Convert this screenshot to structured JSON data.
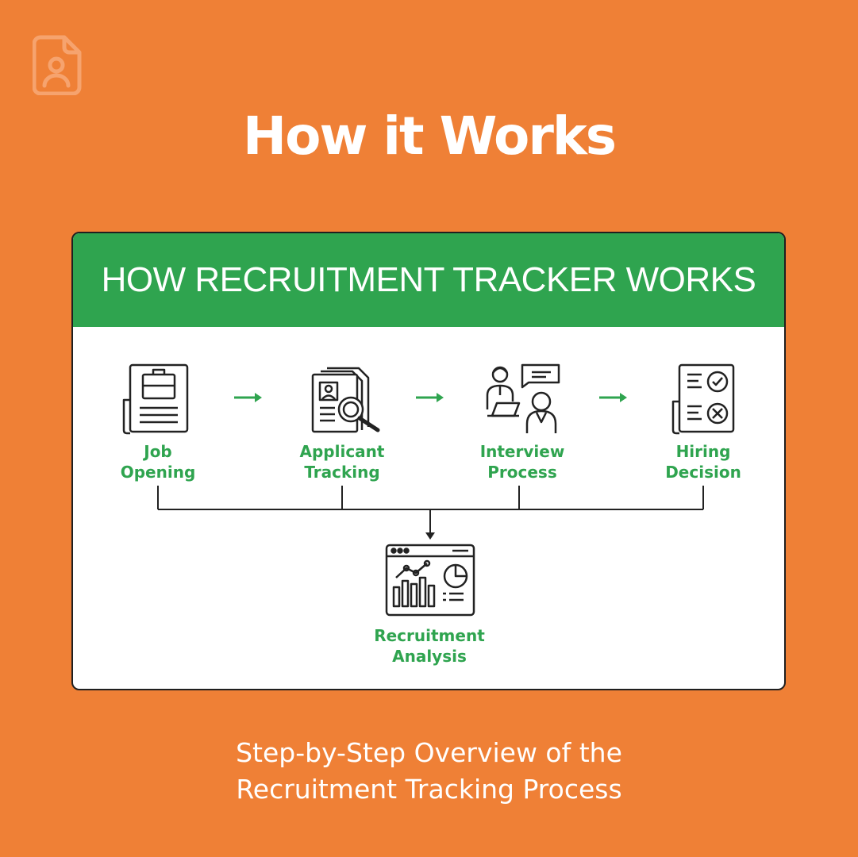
{
  "logo": {
    "icon": "document-user-icon",
    "color": "#F6A36E"
  },
  "headline": "How it Works",
  "card": {
    "title": "HOW RECRUITMENT TRACKER WORKS",
    "header_color": "#2FA44F",
    "steps": [
      {
        "line1": "Job",
        "line2": "Opening",
        "icon": "briefcase-document-icon"
      },
      {
        "line1": "Applicant",
        "line2": "Tracking",
        "icon": "document-search-icon"
      },
      {
        "line1": "Interview",
        "line2": "Process",
        "icon": "interview-icon"
      },
      {
        "line1": "Hiring",
        "line2": "Decision",
        "icon": "decision-checklist-icon"
      }
    ],
    "result": {
      "line1": "Recruitment",
      "line2": "Analysis",
      "icon": "analytics-dashboard-icon"
    }
  },
  "footer": {
    "line1": "Step-by-Step Overview of the",
    "line2": "Recruitment Tracking Process"
  }
}
